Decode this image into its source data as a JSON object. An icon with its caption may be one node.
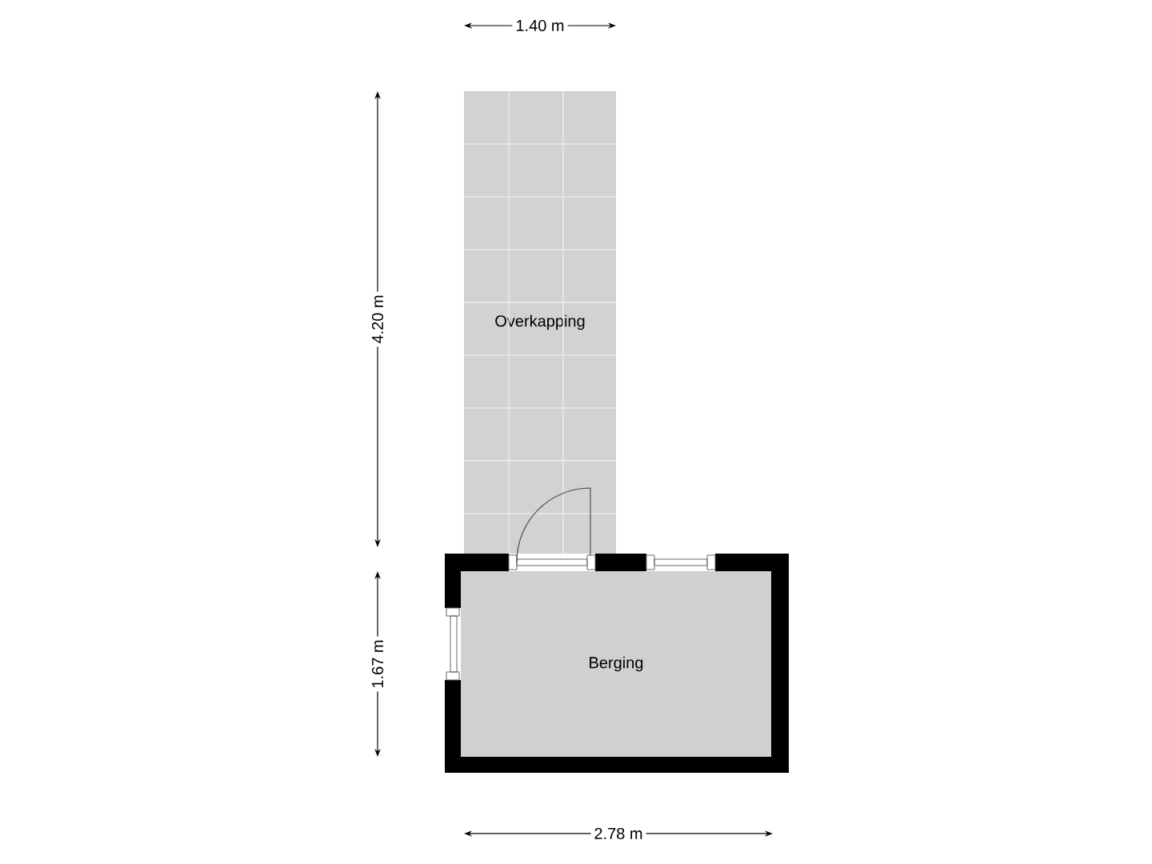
{
  "diagram": {
    "nodes": [
      {
        "text": [
          "Overkapping"
        ]
      },
      {
        "text": [
          "Berging"
        ]
      }
    ],
    "labels": [
      "1.40 m",
      "4.20 m",
      "1.67 m",
      "2.78 m"
    ]
  }
}
